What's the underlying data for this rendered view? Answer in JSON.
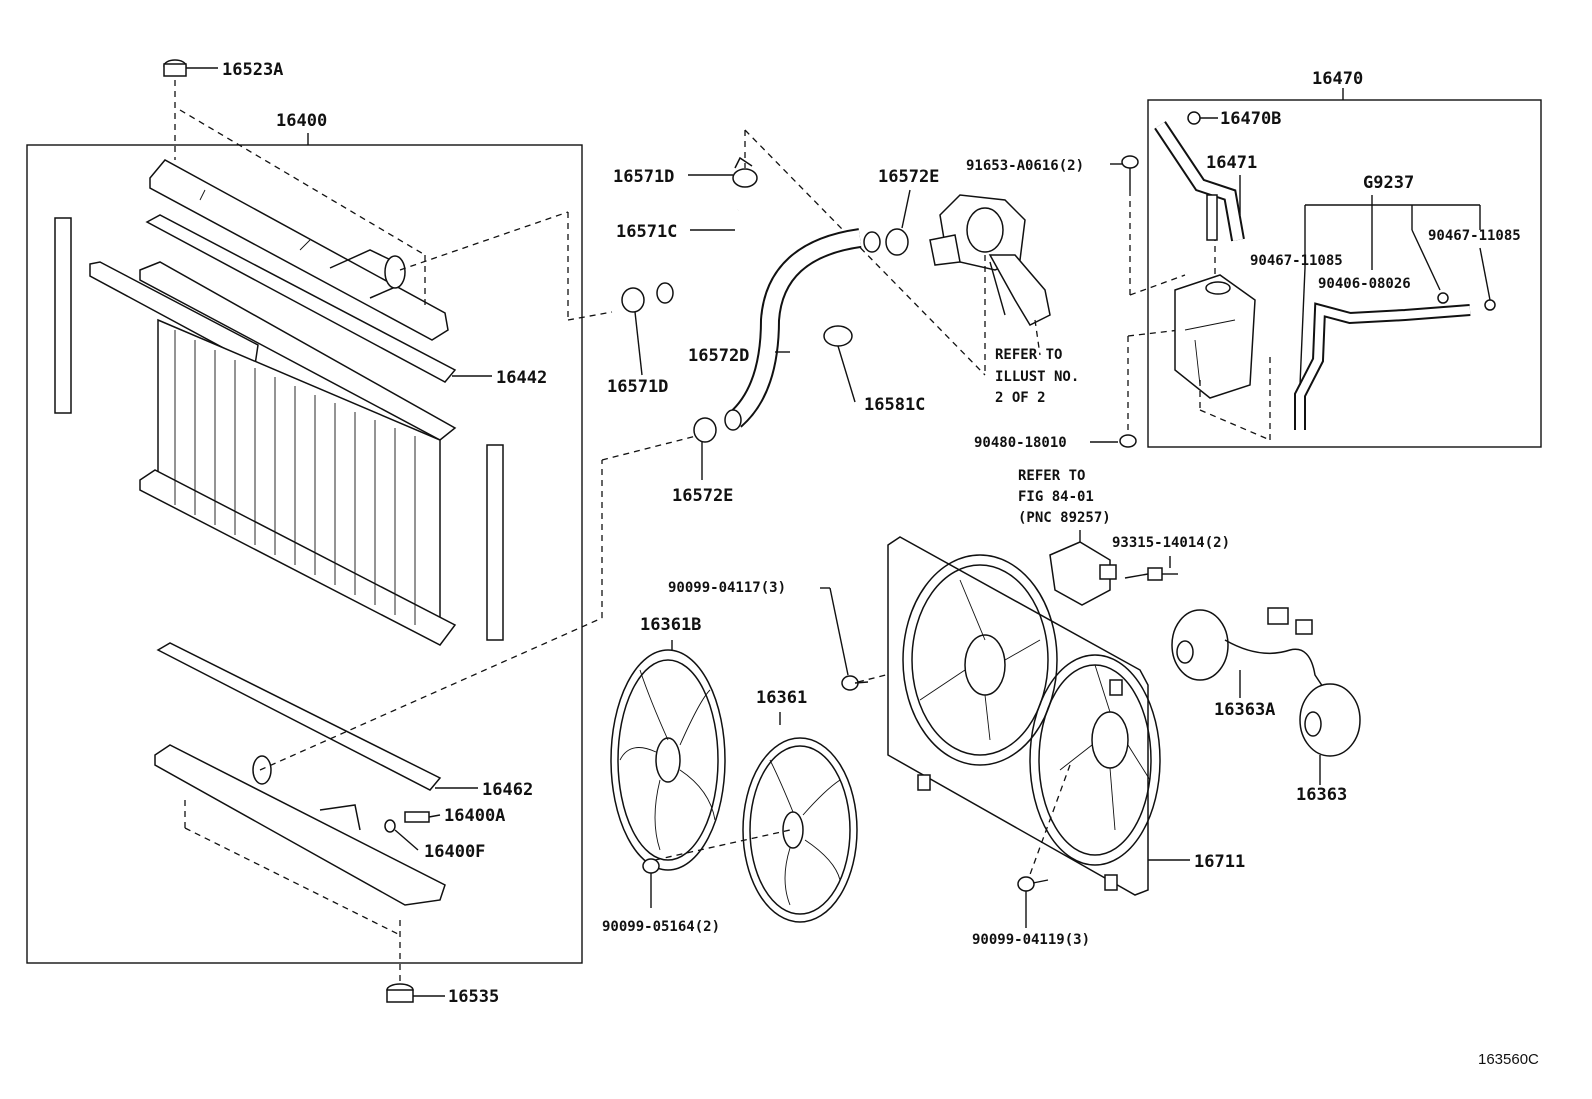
{
  "labels": {
    "l16523A": "16523A",
    "l16400": "16400",
    "l16442": "16442",
    "l16462": "16462",
    "l16400A": "16400A",
    "l16400F": "16400F",
    "l16535": "16535",
    "l16571D_top": "16571D",
    "l16571C": "16571C",
    "l16571D_bot": "16571D",
    "l16572D": "16572D",
    "l16572E_top": "16572E",
    "l16572E_bot": "16572E",
    "l16581C": "16581C",
    "l91653": "91653-A0616(2)",
    "refer1_line1": "REFER TO",
    "refer1_line2": "ILLUST NO.",
    "refer1_line3": "2 OF 2",
    "l90480": "90480-18010",
    "l16470": "16470",
    "l16470B": "16470B",
    "l16471": "16471",
    "lG9237": "G9237",
    "l90467a": "90467-11085",
    "l90467b": "90467-11085",
    "l90406": "90406-08026",
    "refer2_line1": "REFER TO",
    "refer2_line2": "FIG 84-01",
    "refer2_line3": "(PNC 89257)",
    "l93315": "93315-14014(2)",
    "l90099_04117": "90099-04117(3)",
    "l16361B": "16361B",
    "l16361": "16361",
    "l90099_05164": "90099-05164(2)",
    "l16363A": "16363A",
    "l16363": "16363",
    "l16711": "16711",
    "l90099_04119": "90099-04119(3)",
    "drawing_code": "163560C"
  }
}
